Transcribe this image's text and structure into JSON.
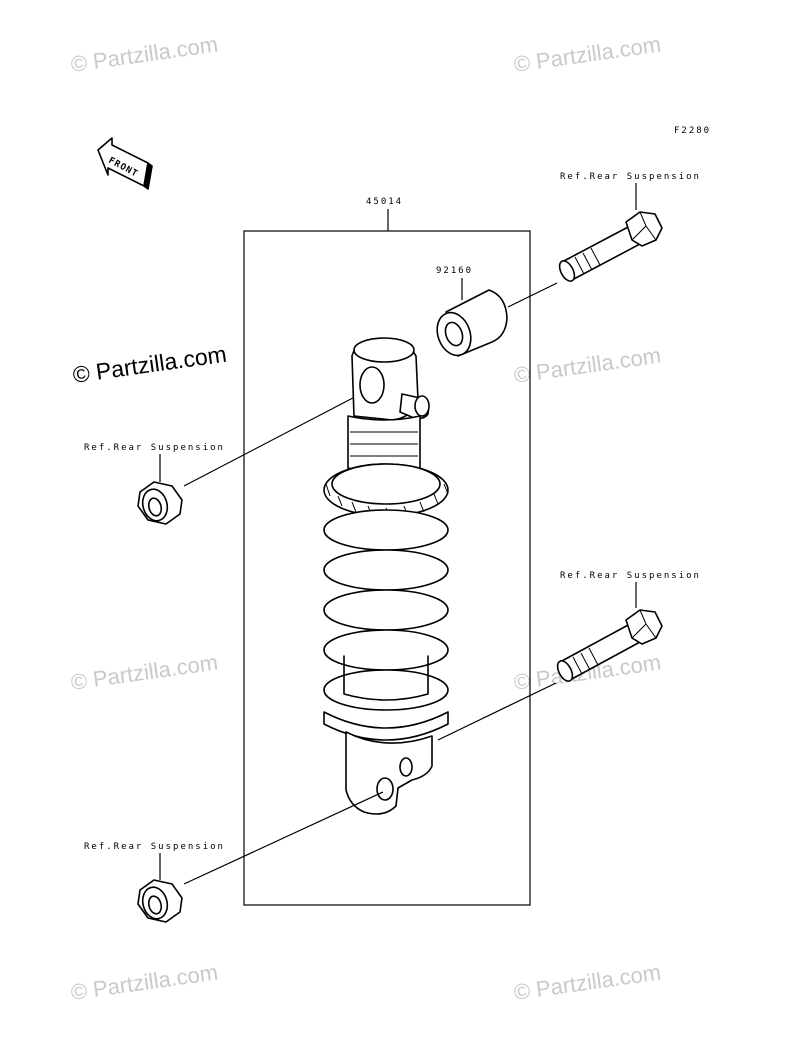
{
  "figure_code": "F2280",
  "front_label": "FRONT",
  "watermark_main": "© Partzilla.com",
  "watermarks": [
    "© Partzilla.com",
    "© Partzilla.com",
    "© Partzilla.com",
    "© Partzilla.com",
    "© Partzilla.com",
    "© Partzilla.com",
    "© Partzilla.com",
    "© Partzilla.com"
  ],
  "parts": {
    "shock_assembly": "45014",
    "collar": "92160"
  },
  "refs": {
    "top_right_bolt": "Ref.Rear Suspension",
    "upper_left_nut": "Ref.Rear Suspension",
    "lower_right_bolt": "Ref.Rear Suspension",
    "lower_left_nut": "Ref.Rear Suspension"
  },
  "colors": {
    "ink": "#000000",
    "watermark": "#c9c9c9"
  }
}
